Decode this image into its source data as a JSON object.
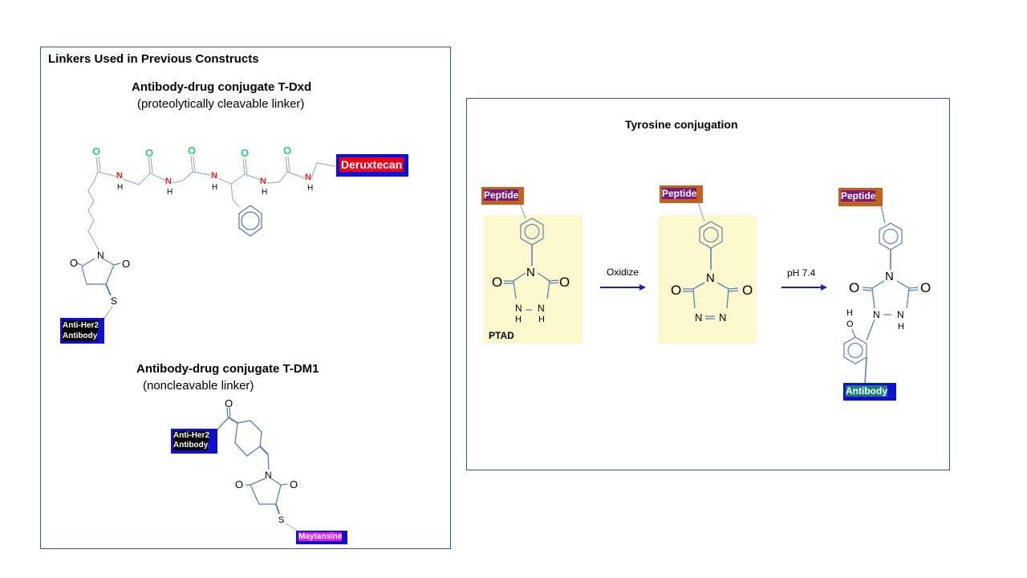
{
  "left_panel": {
    "title": "Linkers Used in Previous Constructs",
    "tdxd": {
      "heading": "Antibody-drug conjugate T-Dxd",
      "subheading": "(proteolytically cleavable linker)",
      "drug_label": "Deruxtecan",
      "antibody_label_line1": "Anti-Her2",
      "antibody_label_line2": "Antibody",
      "atoms": {
        "O": "O",
        "N": "N",
        "H": "H",
        "S": "S"
      }
    },
    "tdm1": {
      "heading": "Antibody-drug conjugate T-DM1",
      "subheading": "(noncleavable linker)",
      "antibody_label_line1": "Anti-Her2",
      "antibody_label_line2": "Antibody",
      "drug_label": "Maytansine"
    }
  },
  "right_panel": {
    "title": "Tyrosine conjugation",
    "step1_arrow_label": "Oxidize",
    "step2_arrow_label": "pH 7.4",
    "reagent_name": "PTAD",
    "peptide_label": "Peptide",
    "antibody_label": "Antibody"
  },
  "colors": {
    "panel_border": "#2f5597",
    "bond": "#5b7fb5",
    "oxygen_green": "#2ecc71",
    "nitrogen_red": "#e02020",
    "deruxtecan_fill": "#e8001c",
    "label_border_blue": "#1010d0",
    "maytansine_fill": "#e020e0",
    "peptide_fill": "#7a1a7a",
    "peptide_border": "#c0621e",
    "antibody_teal": "#1a7f7f",
    "highlight_yellow": "#fdf9cf",
    "arrow_blue": "#1a1ad0"
  }
}
